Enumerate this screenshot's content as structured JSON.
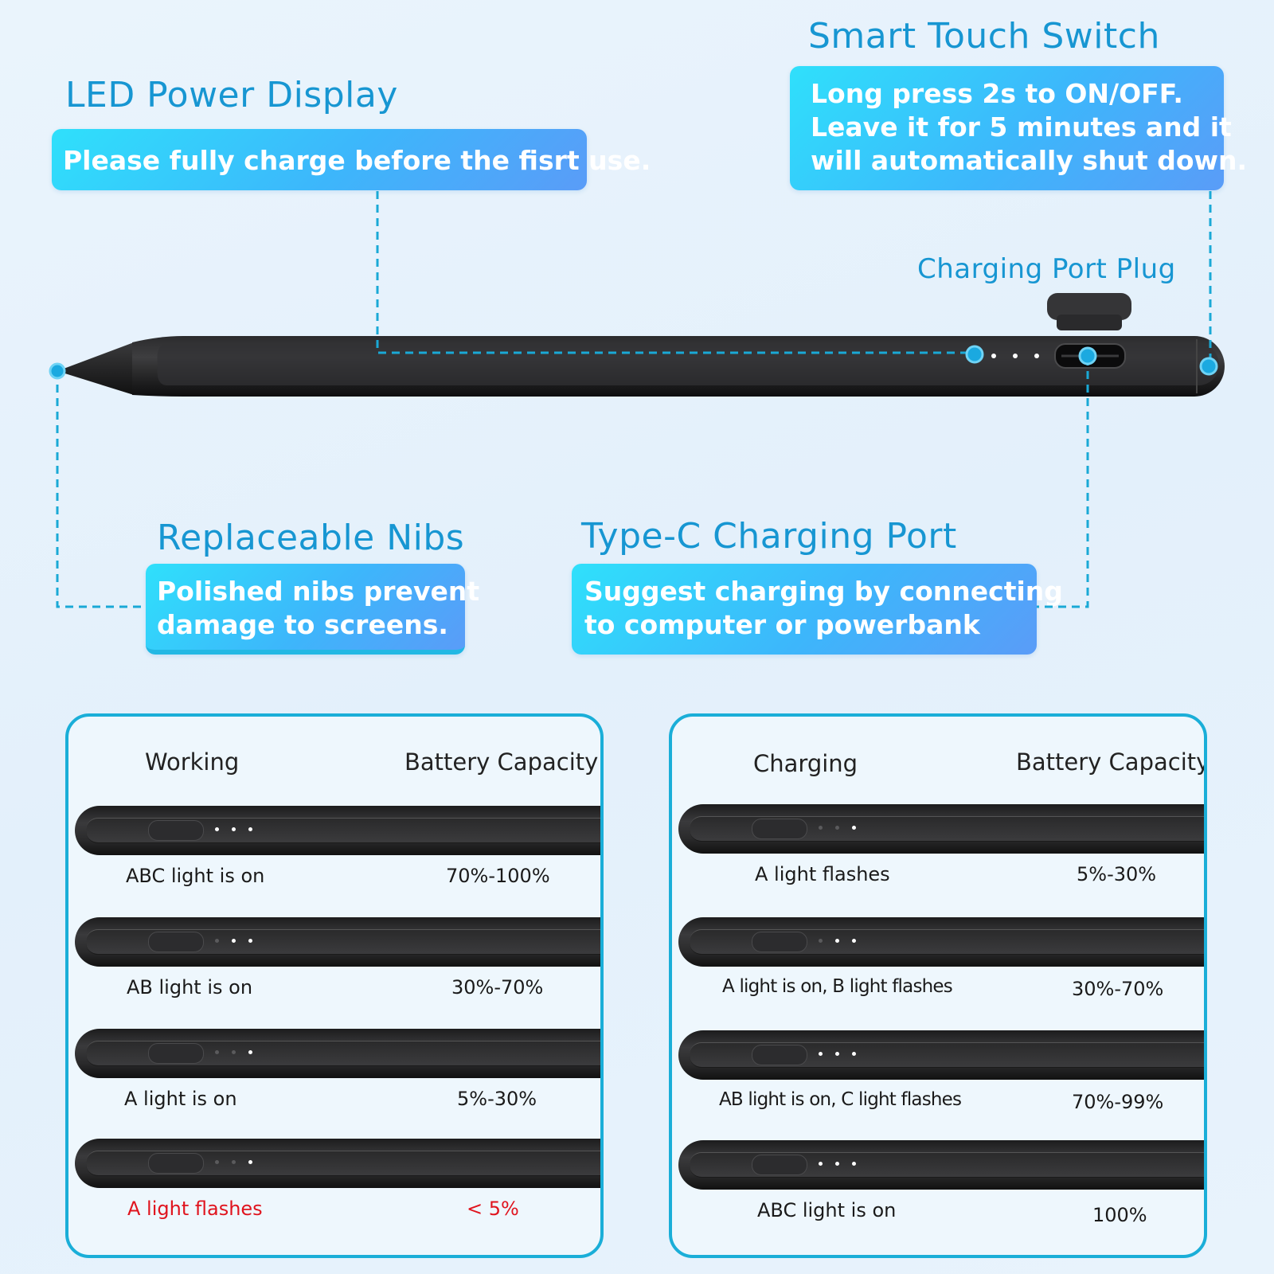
{
  "features": {
    "led": {
      "title": "LED Power Display",
      "text": "Please fully charge before the fisrt use."
    },
    "smart_touch": {
      "title": "Smart Touch Switch",
      "lines": [
        "Long press 2s to ON/OFF.",
        "Leave it for 5 minutes and it",
        "will automatically shut down."
      ]
    },
    "plug": {
      "title": "Charging Port Plug"
    },
    "nibs": {
      "title": "Replaceable Nibs",
      "lines": [
        "Polished nibs prevent",
        "damage to screens."
      ]
    },
    "typec": {
      "title": "Type-C Charging Port",
      "lines": [
        "Suggest charging by connecting",
        "to computer or powerbank"
      ]
    }
  },
  "colors": {
    "accent": "#1796d2",
    "warning": "#e0141e",
    "led_on": "#ffffff",
    "led_off": "#5a5a5c"
  },
  "working": {
    "header_left": "Working",
    "header_right": "Battery Capacity",
    "rows": [
      {
        "label": "ABC light is on",
        "value": "70%-100%",
        "lights": [
          1,
          1,
          1
        ],
        "warning": false
      },
      {
        "label": "AB light is on",
        "value": "30%-70%",
        "lights": [
          0,
          1,
          1
        ],
        "warning": false
      },
      {
        "label": "A light is on",
        "value": "5%-30%",
        "lights": [
          0,
          0,
          1
        ],
        "warning": false
      },
      {
        "label": "A light flashes",
        "value": "< 5%",
        "lights": [
          0,
          0,
          1
        ],
        "warning": true
      }
    ]
  },
  "charging": {
    "header_left": "Charging",
    "header_right": "Battery Capacity",
    "rows": [
      {
        "label": "A light flashes",
        "value": "5%-30%",
        "lights": [
          0,
          0,
          1
        ]
      },
      {
        "label": "A light is on, B light flashes",
        "value": "30%-70%",
        "lights": [
          0,
          1,
          1
        ]
      },
      {
        "label": "AB light is on, C light flashes",
        "value": "70%-99%",
        "lights": [
          1,
          1,
          1
        ]
      },
      {
        "label": "ABC light is on",
        "value": "100%",
        "lights": [
          1,
          1,
          1
        ]
      }
    ]
  }
}
